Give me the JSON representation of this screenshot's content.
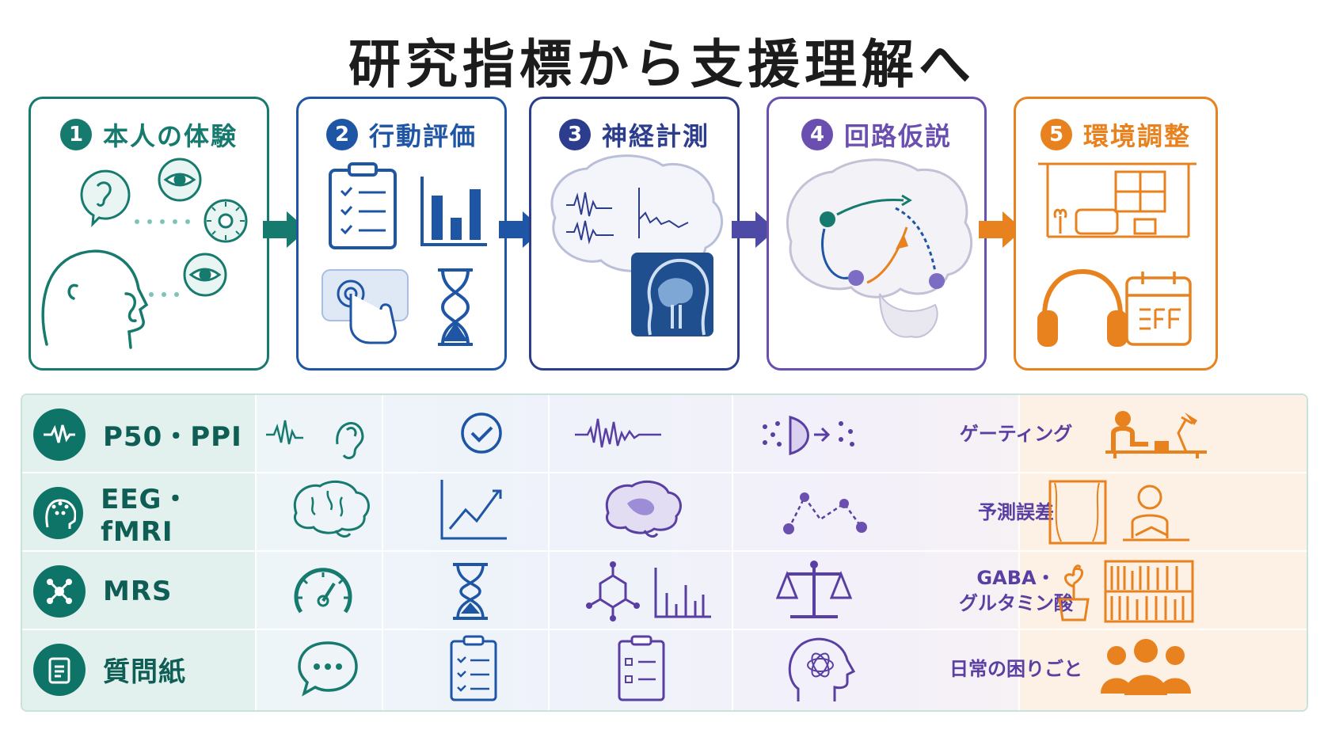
{
  "title": "研究指標から支援理解へ",
  "colors": {
    "teal": "#177a6e",
    "blue": "#1f55a5",
    "indigo": "#2d3d8e",
    "purple": "#6a4fb0",
    "orange": "#e8821f"
  },
  "steps": [
    {
      "number": "1",
      "label": "本人の体験",
      "icons": [
        "ear-icon",
        "eye-icon",
        "sun-icon",
        "eye-icon",
        "face-profile-icon"
      ]
    },
    {
      "number": "2",
      "label": "行動評価",
      "icons": [
        "clipboard-checklist-icon",
        "bar-chart-icon",
        "touch-screen-icon",
        "hourglass-icon"
      ]
    },
    {
      "number": "3",
      "label": "神経計測",
      "icons": [
        "brain-waves-icon",
        "mri-head-icon"
      ]
    },
    {
      "number": "4",
      "label": "回路仮説",
      "icons": [
        "brain-circuit-icon"
      ]
    },
    {
      "number": "5",
      "label": "環境調整",
      "icons": [
        "living-room-icon",
        "headphones-icon",
        "calendar-icon"
      ]
    }
  ],
  "rows": [
    {
      "label": "P50・PPI",
      "icon": "waveform-icon",
      "mechanism": "ゲーティング",
      "cells": [
        "wave-ear-icon",
        "check-circle-icon",
        "eeg-wave-icon",
        "gating-filter-icon",
        "desk-lamp-person-icon"
      ]
    },
    {
      "label": "EEG・fMRI",
      "icon": "eeg-cap-head-icon",
      "mechanism": "予測誤差",
      "cells": [
        "brain-icon",
        "rising-line-chart-icon",
        "brain-scan-icon",
        "prediction-error-nodes-icon",
        "curtain-reading-person-icon"
      ]
    },
    {
      "label": "MRS",
      "icon": "molecule-icon",
      "mechanism_lines": [
        "GABA・",
        "グルタミン酸"
      ],
      "cells": [
        "gauge-icon",
        "hourglass-icon",
        "molecule-spectrum-icon",
        "balance-scale-icon",
        "plant-bookshelf-icon"
      ]
    },
    {
      "label": "質問紙",
      "icon": "clipboard-icon",
      "mechanism": "日常の困りごと",
      "cells": [
        "speech-bubble-icon",
        "clipboard-checklist-icon",
        "form-icon",
        "tangled-head-icon",
        "group-people-icon"
      ]
    }
  ]
}
